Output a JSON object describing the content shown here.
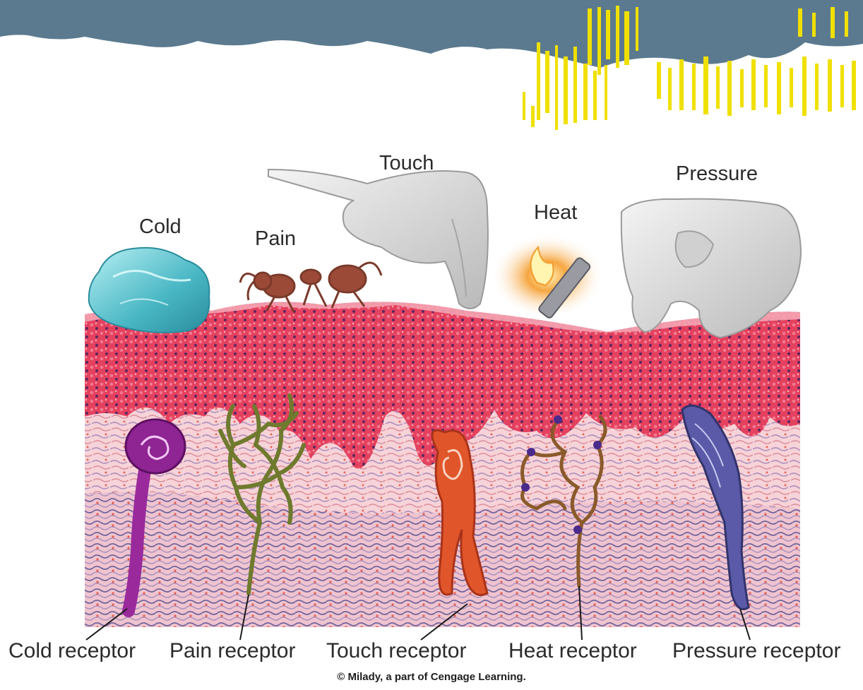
{
  "stimuli": {
    "cold": "Cold",
    "pain": "Pain",
    "touch": "Touch",
    "heat": "Heat",
    "pressure": "Pressure"
  },
  "receptors": {
    "cold": "Cold receptor",
    "pain": "Pain receptor",
    "touch": "Touch receptor",
    "heat": "Heat receptor",
    "pressure": "Pressure receptor"
  },
  "credit": "© Milady, a part of Cengage Learning.",
  "colors": {
    "banner": "#5b7a8f",
    "banner_accent": "#f2e100",
    "epidermis": "#e0405e",
    "dermis": "#f4c8cf",
    "cold_receptor": "#9a2a9c",
    "pain_receptor": "#6f7a2e",
    "touch_receptor": "#e0552a",
    "heat_receptor": "#8a5a2a",
    "pressure_receptor": "#5a5aa8"
  }
}
